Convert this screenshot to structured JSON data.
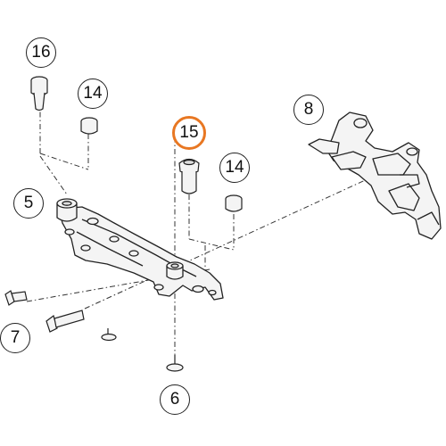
{
  "callouts": {
    "c16": "16",
    "c14a": "14",
    "c8": "8",
    "c15": "15",
    "c14b": "14",
    "c5": "5",
    "c7": "7",
    "c6": "6"
  },
  "colors": {
    "line": "#222222",
    "part_fill": "#f4f4f4",
    "highlight": "#e87722"
  }
}
